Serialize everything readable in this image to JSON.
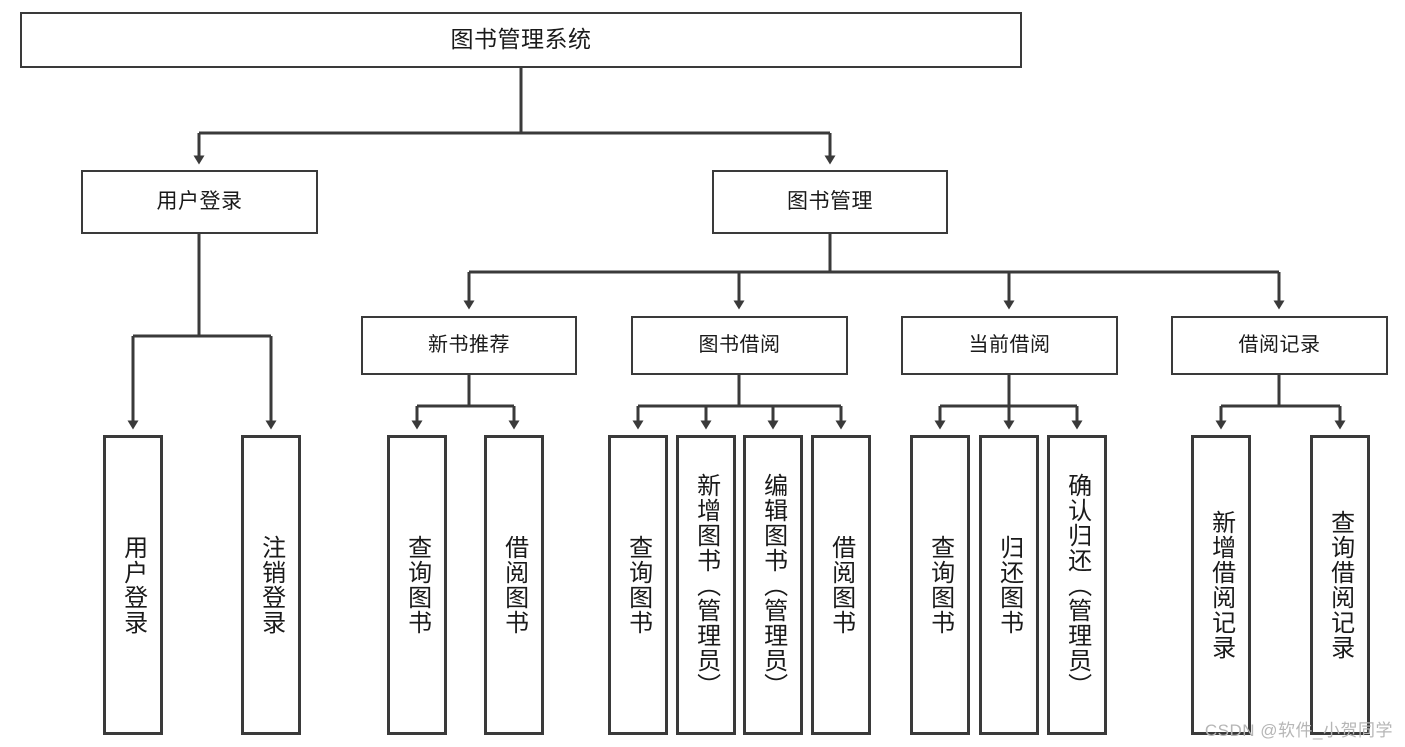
{
  "diagram": {
    "type": "tree-hierarchy",
    "title": "图书管理系统",
    "orientation": "top-down",
    "colors": {
      "box_border": "#3a3a3a",
      "box_fill": "#ffffff",
      "connector": "#3a3a3a",
      "background": "#ffffff",
      "watermark": "#b6b6b6"
    },
    "root": {
      "label": "图书管理系统"
    },
    "level2": [
      {
        "label": "用户登录"
      },
      {
        "label": "图书管理"
      }
    ],
    "level3": [
      {
        "label": "新书推荐"
      },
      {
        "label": "图书借阅"
      },
      {
        "label": "当前借阅"
      },
      {
        "label": "借阅记录"
      }
    ],
    "leaves": {
      "user_login": [
        {
          "label": "用户登录"
        },
        {
          "label": "注销登录"
        }
      ],
      "new_book_recommend": [
        {
          "label": "查询图书"
        },
        {
          "label": "借阅图书"
        }
      ],
      "book_borrow": [
        {
          "label": "查询图书"
        },
        {
          "label": "新增图书（管理员）"
        },
        {
          "label": "编辑图书（管理员）"
        },
        {
          "label": "借阅图书"
        }
      ],
      "current_borrow": [
        {
          "label": "查询图书"
        },
        {
          "label": "归还图书"
        },
        {
          "label": "确认归还（管理员）"
        }
      ],
      "borrow_record": [
        {
          "label": "新增借阅记录"
        },
        {
          "label": "查询借阅记录"
        }
      ]
    }
  },
  "watermark": {
    "text": "CSDN @软件_小贺同学"
  }
}
